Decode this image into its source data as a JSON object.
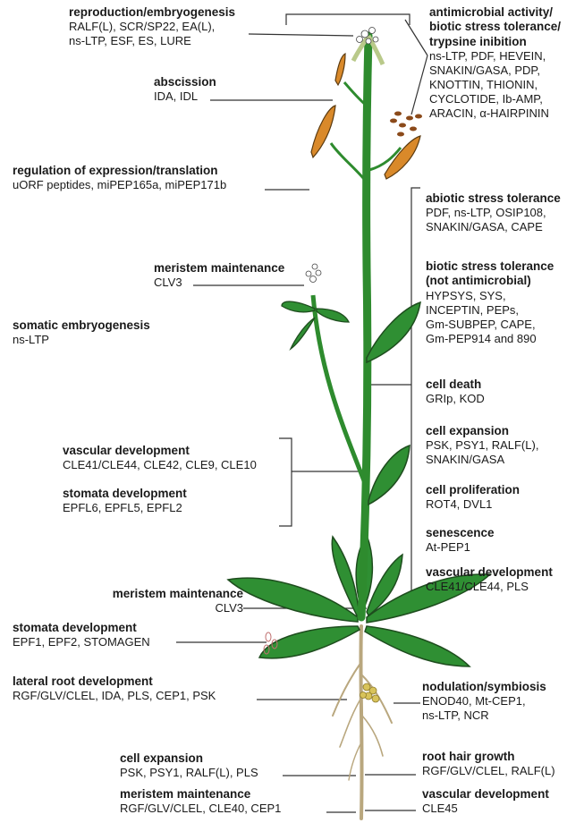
{
  "annotations": {
    "reproduction": {
      "title": "reproduction/embryogenesis",
      "body": "RALF(L), SCR/SP22, EA(L),\nns-LTP, ESF, ES, LURE"
    },
    "abscission": {
      "title": "abscission",
      "body": "IDA, IDL"
    },
    "regulation": {
      "title": "regulation of expression/translation",
      "body": "uORF peptides, miPEP165a, miPEP171b"
    },
    "meristem_top": {
      "title": "meristem maintenance",
      "body": "CLV3"
    },
    "somatic": {
      "title": "somatic embryogenesis",
      "body": "ns-LTP"
    },
    "vascular_left": {
      "title": "vascular development",
      "body": "CLE41/CLE44, CLE42, CLE9, CLE10"
    },
    "stomata_left": {
      "title": "stomata development",
      "body": "EPFL6, EPFL5, EPFL2"
    },
    "meristem_mid": {
      "title": "meristem maintenance",
      "body": "CLV3"
    },
    "stomata_leaf": {
      "title": "stomata development",
      "body": "EPF1, EPF2, STOMAGEN"
    },
    "lateral_root": {
      "title": "lateral root development",
      "body": "RGF/GLV/CLEL, IDA, PLS, CEP1, PSK"
    },
    "cell_expansion_root": {
      "title": "cell expansion",
      "body": "PSK, PSY1, RALF(L), PLS"
    },
    "meristem_root": {
      "title": "meristem maintenance",
      "body": "RGF/GLV/CLEL, CLE40, CEP1"
    },
    "antimicrobial": {
      "title": "antimicrobial activity/\nbiotic stress tolerance/\ntrypsine inibition",
      "body": "ns-LTP, PDF, HEVEIN,\nSNAKIN/GASA, PDP,\nKNOTTIN, THIONIN,\nCYCLOTIDE, Ib-AMP,\nARACIN, α-HAIRPININ"
    },
    "abiotic": {
      "title": "abiotic stress tolerance",
      "body": "PDF, ns-LTP, OSIP108,\nSNAKIN/GASA, CAPE"
    },
    "biotic": {
      "title": "biotic stress tolerance\n(not antimicrobial)",
      "body": "HYPSYS, SYS,\nINCEPTIN, PEPs,\nGm-SUBPEP, CAPE,\nGm-PEP914 and 890"
    },
    "cell_death": {
      "title": "cell death",
      "body": "GRIp, KOD"
    },
    "cell_expansion": {
      "title": "cell expansion",
      "body": "PSK, PSY1, RALF(L),\nSNAKIN/GASA"
    },
    "cell_prolif": {
      "title": "cell proliferation",
      "body": "ROT4, DVL1"
    },
    "senescence": {
      "title": "senescence",
      "body": "At-PEP1"
    },
    "vascular_right": {
      "title": "vascular development",
      "body": "CLE41/CLE44, PLS"
    },
    "nodulation": {
      "title": "nodulation/symbiosis",
      "body": "ENOD40, Mt-CEP1,\nns-LTP, NCR"
    },
    "root_hair": {
      "title": "root hair growth",
      "body": "RGF/GLV/CLEL, RALF(L)"
    },
    "vascular_root": {
      "title": "vascular development",
      "body": "CLE45"
    }
  },
  "colors": {
    "stem_green": "#2e8b2e",
    "leaf_green": "#2f8f33",
    "pod_orange": "#d9892a",
    "seed_brown": "#8b4a1a",
    "root_tan": "#b9a77e"
  }
}
